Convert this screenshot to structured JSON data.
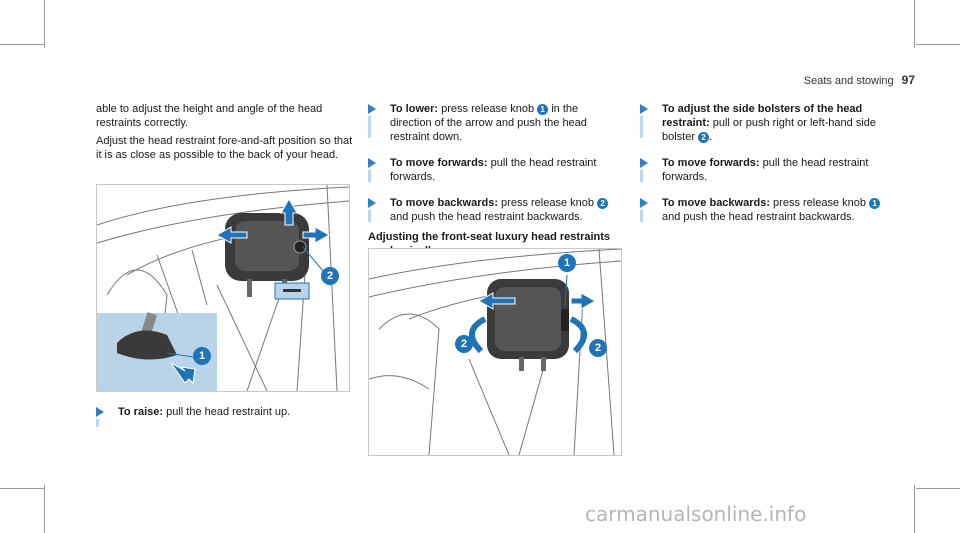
{
  "running_head": {
    "section": "Seats and stowing",
    "page": "97"
  },
  "col1": {
    "para1": "able to adjust the height and angle of the head restraints correctly.",
    "para2": "Adjust the head restraint fore-and-aft position so that it is as close as possible to the back of your head.",
    "fig_callouts": [
      "1",
      "2"
    ],
    "step_raise": {
      "label": "To raise:",
      "text": " pull the head restraint up."
    }
  },
  "col2": {
    "step_lower": {
      "label": "To lower:",
      "pre": " press release knob ",
      "knob": "1",
      "post": " in the direction of the arrow and push the head restraint down."
    },
    "step_forward": {
      "label": "To move forwards:",
      "text": " pull the head restraint forwards."
    },
    "step_backward": {
      "label": "To move backwards:",
      "pre": " press release knob ",
      "knob": "2",
      "post": " and push the head restraint backwards."
    },
    "heading": "Adjusting the front-seat luxury head restraints mechanically",
    "fig_callouts": [
      "1",
      "2",
      "2"
    ]
  },
  "col3": {
    "step_bolsters": {
      "label": "To adjust the side bolsters of the head restraint:",
      "pre": " pull or push right or left-hand side bolster ",
      "knob": "2",
      "post": "."
    },
    "step_forward": {
      "label": "To move forwards:",
      "text": " pull the head restraint forwards."
    },
    "step_backward": {
      "label": "To move backwards:",
      "pre": " press release knob ",
      "knob": "1",
      "post": " and push the head restraint backwards."
    }
  },
  "watermark": "carmanualsonline.info",
  "colors": {
    "accent": "#1f74b8",
    "inset": "#b9d4e9"
  }
}
